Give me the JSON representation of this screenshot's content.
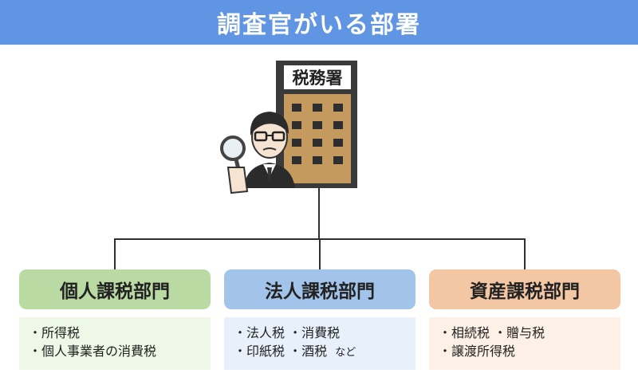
{
  "title": "調査官がいる部署",
  "building_sign": "税務署",
  "departments": [
    {
      "name": "個人課税部門",
      "items": [
        "・所得税",
        "・個人事業者の消費税"
      ],
      "color": "#b9dba3",
      "detail_bg": "#eef8e6"
    },
    {
      "name": "法人課税部門",
      "items": [
        "・法人税 ・消費税",
        "・印紙税 ・酒税"
      ],
      "suffix": "など",
      "color": "#a3c4ea",
      "detail_bg": "#e8f1fb"
    },
    {
      "name": "資産課税部門",
      "items": [
        "・相続税 ・贈与税",
        "・譲渡所得税"
      ],
      "color": "#f4c7a4",
      "detail_bg": "#fdf0e6"
    }
  ],
  "colors": {
    "header": "#5f95e3",
    "building_facade": "#c49a5e",
    "building_frame": "#3a3a3a"
  }
}
